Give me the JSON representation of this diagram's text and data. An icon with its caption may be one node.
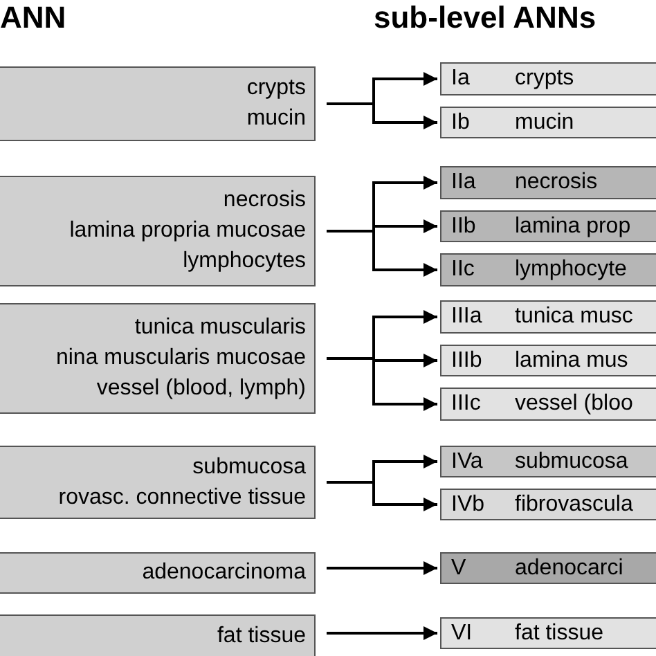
{
  "diagram": {
    "nodes": [
      {
        "text": [
          "crypts mucin"
        ]
      },
      {
        "text": [
          "necrosis lamina propria mucosae lymphocytes"
        ]
      },
      {
        "text": [
          "tunica muscularis nina muscularis mucosae vessel (blood, lymph)"
        ]
      },
      {
        "text": [
          "submucosa rovasc. connective tissue"
        ]
      },
      {
        "text": [
          "adenocarcinoma"
        ]
      },
      {
        "text": [
          "fat tissue"
        ]
      },
      {
        "text": [
          "Ia",
          "crypts"
        ]
      },
      {
        "text": [
          "Ib",
          "mucin"
        ]
      },
      {
        "text": [
          "IIa",
          "necrosis"
        ]
      },
      {
        "text": [
          "IIb",
          "lamina prop"
        ]
      },
      {
        "text": [
          "IIc",
          "lymphocyte"
        ]
      },
      {
        "text": [
          "IIIa",
          "tunica musc"
        ]
      },
      {
        "text": [
          "IIIb",
          "lamina mus"
        ]
      },
      {
        "text": [
          "IIIc",
          "vessel (bloo"
        ]
      },
      {
        "text": [
          "IVa",
          "submucosa"
        ]
      },
      {
        "text": [
          "IVb",
          "fibrovascula"
        ]
      },
      {
        "text": [
          "V",
          "adenocarci"
        ]
      },
      {
        "text": [
          "VI",
          "fat tissue"
        ]
      }
    ],
    "edges": [
      {
        "from": 0,
        "to": 6,
        "arrow": "to"
      },
      {
        "from": 0,
        "to": 7,
        "arrow": "to"
      },
      {
        "from": 1,
        "to": 8,
        "arrow": "to"
      },
      {
        "from": 1,
        "to": 9,
        "arrow": "to"
      },
      {
        "from": 1,
        "to": 10,
        "arrow": "to"
      },
      {
        "from": 2,
        "to": 11,
        "arrow": "to"
      },
      {
        "from": 2,
        "to": 12,
        "arrow": "to"
      },
      {
        "from": 2,
        "to": 13,
        "arrow": "to"
      },
      {
        "from": 3,
        "to": 14,
        "arrow": "to"
      },
      {
        "from": 3,
        "to": 15,
        "arrow": "to"
      },
      {
        "from": 4,
        "to": 16,
        "arrow": "to"
      },
      {
        "from": 5,
        "to": 17,
        "arrow": "to"
      }
    ],
    "labels": [
      "ANN",
      "sub-level ANNs"
    ]
  }
}
